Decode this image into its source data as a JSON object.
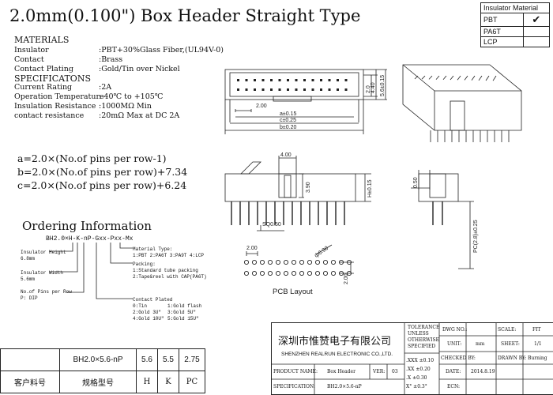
{
  "title": "2.0mm(0.100\") Box Header Straight Type",
  "insulator_table": {
    "header": "Insulator Material",
    "rows": [
      {
        "name": "PBT",
        "checked": "✔"
      },
      {
        "name": "PA6T",
        "checked": ""
      },
      {
        "name": "LCP",
        "checked": ""
      }
    ]
  },
  "materials": {
    "heading": "MATERIALS",
    "items": [
      {
        "label": "Insulator",
        "value": ":PBT+30%Glass Fiber,(UL94V-0)"
      },
      {
        "label": "Contact",
        "value": ":Brass"
      },
      {
        "label": "Contact Plating",
        "value": ":Gold/Tin over Nickel"
      }
    ]
  },
  "specifications": {
    "heading": "SPECIFICATONS",
    "items": [
      {
        "label": "Current Rating",
        "value": ":2A"
      },
      {
        "label": "Operation Temperature",
        "value": ":-40℃ to +105℃"
      },
      {
        "label": "Insulation Resistance",
        "value": ":1000MΩ Min"
      },
      {
        "label": "contact resistance",
        "value": ":20mΩ Max at DC 2A"
      }
    ]
  },
  "formulas": {
    "a": "a=2.0×(No.of pins per row-1)",
    "b": "b=2.0×(No.of pins per row)+7.34",
    "c": "c=2.0×(No.of pins per row)+6.24"
  },
  "ordering": {
    "heading": "Ordering Information",
    "code": "BH2.0×H-K-nP-Gxx-Pxx-Mx",
    "insulator_height": {
      "label": "Insulator Height",
      "value": "6.8mm"
    },
    "insulator_width": {
      "label": "Insulator Width",
      "value": "5.6mm"
    },
    "pins_per_row": {
      "label": "No.of Pins per Row",
      "value": "P: DIP"
    },
    "material_type": {
      "label": "Material Type:",
      "value": "1:PBT 2:PA6T 3:PA9T 4:LCP"
    },
    "packing": {
      "label": "Packing:",
      "line1": "1:Standard tube packing",
      "line2": "2:Tape&reel with CAP(PA6T)"
    },
    "contact_plated": {
      "label": "Contact Plated",
      "rows": [
        [
          "0:Tin",
          "1:Gold flash"
        ],
        [
          "2:Gold 3U\"",
          "3:Gold 5U\""
        ],
        [
          "4:Gold 10U\"",
          "5:Gold 15U\""
        ]
      ]
    }
  },
  "drawing": {
    "top_view": {
      "dim_2": "2.00",
      "dim_a": "a±0.15",
      "dim_c": "c±0.25",
      "dim_b": "b±0.20",
      "dim_20": "2.0",
      "dim_440": "4.40",
      "dim_56": "5.6±0.15"
    },
    "side_view": {
      "dim_4": "4.00",
      "dim_39": "3.90",
      "dim_h": "H±0.15",
      "dim_sq": "SQ0.50"
    },
    "end_view": {
      "dim_050": "0.50",
      "dim_pc": "PC(2.8)±0.25"
    },
    "pcb": {
      "dim_phi": "ф0.90",
      "dim_200a": "2.00",
      "dim_200b": "2.00",
      "label": "PCB Layout"
    }
  },
  "code_table": {
    "row1": [
      "BH2.0×5.6-nP",
      "5.6",
      "5.5",
      "2.75"
    ],
    "row2": [
      "客户料号",
      "规格型号",
      "H",
      "K",
      "PC"
    ]
  },
  "title_block": {
    "company_cn": "深圳市惟赞电子有限公司",
    "company_en": "SHENZHEN REALRUN ELECTRONIC CO.,LTD.",
    "tolerance_label": [
      "TOLERANCE",
      "UNLESS",
      "OTHERWISE",
      "SPECIFIED"
    ],
    "tolerances": [
      ".XXX ±0.10",
      ".XX ±0.20",
      ".X ±0.30",
      "X° ±0.3°"
    ],
    "dwg_no_label": "DWG NO.:",
    "scale_label": "SCALE:",
    "scale_value": "FIT",
    "unit_label": "UNIT:",
    "unit_value": "mm",
    "sheet_label": "SHEET:",
    "sheet_value": "1/1",
    "checked_label": "CHECKED BY:",
    "drawn_label": "DRAWN BY:",
    "drawn_value": "Burning",
    "product_name_label": "PRODUCT NAME:",
    "product_name_value": "Box Header",
    "ver_label": "VER:",
    "ver_value": "03",
    "date_label": "DATE:",
    "date_value": "2014.8.19",
    "spec_label": "SPECIFICATION:",
    "spec_value": "BH2.0×5.6-nP",
    "ecn_label": "ECN:"
  }
}
